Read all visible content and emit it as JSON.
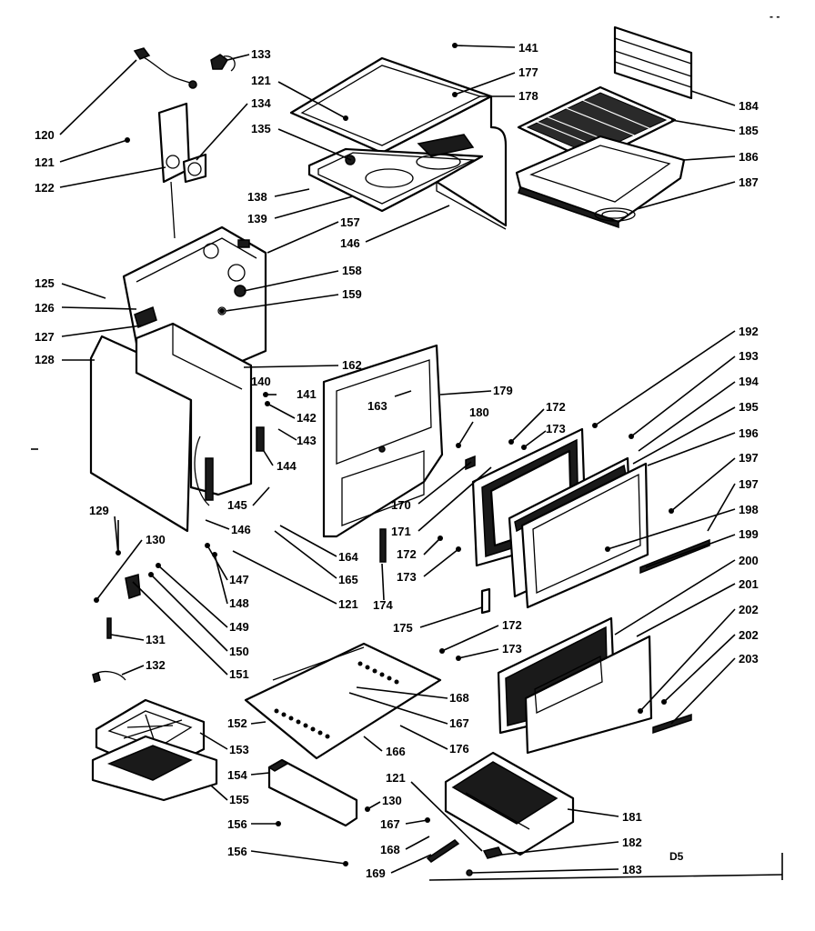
{
  "diagram": {
    "labels": [
      {
        "id": "l120",
        "text": "120"
      },
      {
        "id": "l121a",
        "text": "121"
      },
      {
        "id": "l122",
        "text": "122"
      },
      {
        "id": "l133",
        "text": "133"
      },
      {
        "id": "l121b",
        "text": "121"
      },
      {
        "id": "l134",
        "text": "134"
      },
      {
        "id": "l135",
        "text": "135"
      },
      {
        "id": "l138",
        "text": "138"
      },
      {
        "id": "l139",
        "text": "139"
      },
      {
        "id": "l146a",
        "text": "146"
      },
      {
        "id": "l157",
        "text": "157"
      },
      {
        "id": "l141a",
        "text": "141"
      },
      {
        "id": "l177",
        "text": "177"
      },
      {
        "id": "l178",
        "text": "178"
      },
      {
        "id": "l184",
        "text": "184"
      },
      {
        "id": "l185",
        "text": "185"
      },
      {
        "id": "l186",
        "text": "186"
      },
      {
        "id": "l187",
        "text": "187"
      },
      {
        "id": "l158",
        "text": "158"
      },
      {
        "id": "l159",
        "text": "159"
      },
      {
        "id": "l125",
        "text": "125"
      },
      {
        "id": "l126",
        "text": "126"
      },
      {
        "id": "l127",
        "text": "127"
      },
      {
        "id": "l128",
        "text": "128"
      },
      {
        "id": "l162",
        "text": "162"
      },
      {
        "id": "l140",
        "text": "140"
      },
      {
        "id": "l141b",
        "text": "141"
      },
      {
        "id": "l142",
        "text": "142"
      },
      {
        "id": "l143",
        "text": "143"
      },
      {
        "id": "l144",
        "text": "144"
      },
      {
        "id": "l145",
        "text": "145"
      },
      {
        "id": "l146b",
        "text": "146"
      },
      {
        "id": "l163",
        "text": "163"
      },
      {
        "id": "l179",
        "text": "179"
      },
      {
        "id": "l180",
        "text": "180"
      },
      {
        "id": "l172a",
        "text": "172"
      },
      {
        "id": "l173a",
        "text": "173"
      },
      {
        "id": "l170",
        "text": "170"
      },
      {
        "id": "l171",
        "text": "171"
      },
      {
        "id": "l172b",
        "text": "172"
      },
      {
        "id": "l173b",
        "text": "173"
      },
      {
        "id": "l174",
        "text": "174"
      },
      {
        "id": "l175",
        "text": "175"
      },
      {
        "id": "l164",
        "text": "164"
      },
      {
        "id": "l165",
        "text": "165"
      },
      {
        "id": "l121c",
        "text": "121"
      },
      {
        "id": "l192",
        "text": "192"
      },
      {
        "id": "l193",
        "text": "193"
      },
      {
        "id": "l194",
        "text": "194"
      },
      {
        "id": "l195",
        "text": "195"
      },
      {
        "id": "l196",
        "text": "196"
      },
      {
        "id": "l197a",
        "text": "197"
      },
      {
        "id": "l197b",
        "text": "197"
      },
      {
        "id": "l198",
        "text": "198"
      },
      {
        "id": "l199",
        "text": "199"
      },
      {
        "id": "l200",
        "text": "200"
      },
      {
        "id": "l201",
        "text": "201"
      },
      {
        "id": "l202a",
        "text": "202"
      },
      {
        "id": "l202b",
        "text": "202"
      },
      {
        "id": "l203",
        "text": "203"
      },
      {
        "id": "l172c",
        "text": "172"
      },
      {
        "id": "l173c",
        "text": "173"
      },
      {
        "id": "l129",
        "text": "129"
      },
      {
        "id": "l130a",
        "text": "130"
      },
      {
        "id": "l147",
        "text": "147"
      },
      {
        "id": "l148",
        "text": "148"
      },
      {
        "id": "l149",
        "text": "149"
      },
      {
        "id": "l150",
        "text": "150"
      },
      {
        "id": "l151",
        "text": "151"
      },
      {
        "id": "l131",
        "text": "131"
      },
      {
        "id": "l132",
        "text": "132"
      },
      {
        "id": "l168a",
        "text": "168"
      },
      {
        "id": "l167a",
        "text": "167"
      },
      {
        "id": "l176",
        "text": "176"
      },
      {
        "id": "l166",
        "text": "166"
      },
      {
        "id": "l152",
        "text": "152"
      },
      {
        "id": "l153",
        "text": "153"
      },
      {
        "id": "l154",
        "text": "154"
      },
      {
        "id": "l155",
        "text": "155"
      },
      {
        "id": "l156a",
        "text": "156"
      },
      {
        "id": "l156b",
        "text": "156"
      },
      {
        "id": "l121d",
        "text": "121"
      },
      {
        "id": "l130b",
        "text": "130"
      },
      {
        "id": "l167b",
        "text": "167"
      },
      {
        "id": "l168b",
        "text": "168"
      },
      {
        "id": "l169",
        "text": "169"
      },
      {
        "id": "l181",
        "text": "181"
      },
      {
        "id": "l182",
        "text": "182"
      },
      {
        "id": "l183",
        "text": "183"
      }
    ],
    "code": "D5",
    "corner_mark": "- -"
  }
}
